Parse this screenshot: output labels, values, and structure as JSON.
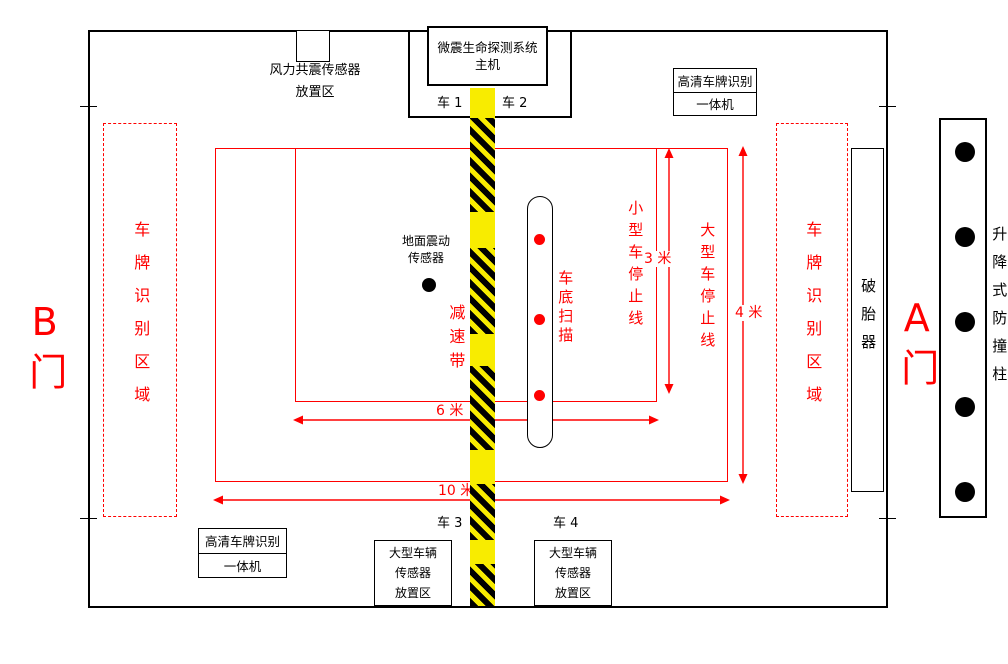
{
  "colors": {
    "red": "#ff0000",
    "yellow": "#f8ec00",
    "black": "#000000"
  },
  "gates": {
    "left": "B门",
    "right": "A门"
  },
  "top": {
    "wind_sensor": {
      "line1": "风力共震传感器",
      "line2": "放置区"
    },
    "host": {
      "line1": "微震生命探测系统",
      "line2": "主机"
    },
    "hd_plate": {
      "line1": "高清车牌识别",
      "line2": "一体机"
    },
    "car1": "车 1",
    "car2": "车 2"
  },
  "sides": {
    "plate_zone_left": "车牌识别区域",
    "plate_zone_right": "车牌识别区域",
    "tire_killer": "破胎器",
    "bollard": "升降式防撞柱"
  },
  "center": {
    "ground_sensor": {
      "line1": "地面震动",
      "line2": "传感器"
    },
    "speed_bump": "减速带",
    "underbody_scan": "车底扫描",
    "small_stop_line": "小型车停止线",
    "large_stop_line": "大型车停止线"
  },
  "dimensions": {
    "d3": "3 米",
    "d4": "4 米",
    "d6": "6 米",
    "d10": "10 米"
  },
  "bottom": {
    "hd_plate": {
      "line1": "高清车牌识别",
      "line2": "一体机"
    },
    "car3": "车 3",
    "car4": "车 4",
    "sensor_left": {
      "line1": "大型车辆",
      "line2": "传感器",
      "line3": "放置区"
    },
    "sensor_right": {
      "line1": "大型车辆",
      "line2": "传感器",
      "line3": "放置区"
    }
  }
}
